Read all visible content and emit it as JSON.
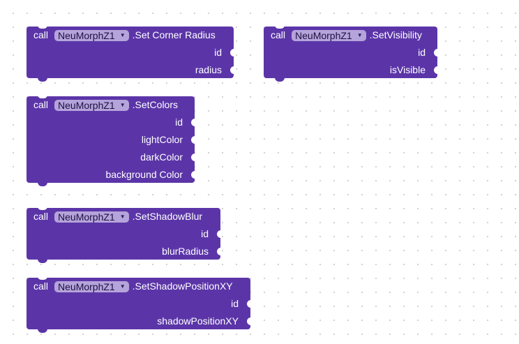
{
  "blocks": [
    {
      "call_label": "call",
      "component": "NeuMorphZ1",
      "method": ".Set Corner Radius",
      "args": [
        "id",
        "radius"
      ]
    },
    {
      "call_label": "call",
      "component": "NeuMorphZ1",
      "method": ".SetVisibility",
      "args": [
        "id",
        "isVisible"
      ]
    },
    {
      "call_label": "call",
      "component": "NeuMorphZ1",
      "method": ".SetColors",
      "args": [
        "id",
        "lightColor",
        "darkColor",
        "background Color"
      ]
    },
    {
      "call_label": "call",
      "component": "NeuMorphZ1",
      "method": ".SetShadowBlur",
      "args": [
        "id",
        "blurRadius"
      ]
    },
    {
      "call_label": "call",
      "component": "NeuMorphZ1",
      "method": ".SetShadowPositionXY",
      "args": [
        "id",
        "shadowPositionXY"
      ]
    }
  ],
  "colors": {
    "block": "#5b35a8",
    "dropdown": "#b5a4db",
    "workspace": "#ffffff",
    "grid_dot": "#cfcfcf"
  },
  "icons": {
    "dropdown_arrow": "triangle-down-icon",
    "input_socket": "input-socket-icon"
  }
}
